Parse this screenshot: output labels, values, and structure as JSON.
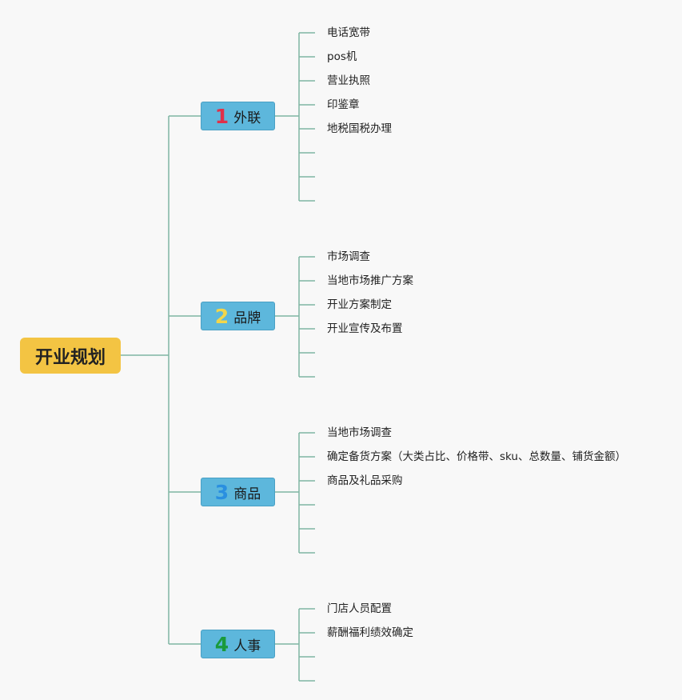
{
  "root": {
    "label": "开业规划"
  },
  "colors": {
    "root_fill": "#f3c443",
    "branch_fill": "#5db7dc",
    "connector": "#7fb6a3",
    "num1": "#e0304a",
    "num2": "#f3d64a",
    "num3": "#2a8fe0",
    "num4": "#1a9a3c"
  },
  "branches": [
    {
      "num": "1",
      "label": "外联",
      "leaves": [
        "电话宽带",
        "pos机",
        "营业执照",
        "印鉴章",
        "地税国税办理",
        "",
        "",
        ""
      ]
    },
    {
      "num": "2",
      "label": "品牌",
      "leaves": [
        "市场调查",
        "当地市场推广方案",
        "开业方案制定",
        "开业宣传及布置",
        "",
        ""
      ]
    },
    {
      "num": "3",
      "label": "商品",
      "leaves": [
        "当地市场调查",
        "确定备货方案（大类占比、价格带、sku、总数量、铺货金额）",
        "商品及礼品采购",
        "",
        "",
        ""
      ]
    },
    {
      "num": "4",
      "label": "人事",
      "leaves": [
        "门店人员配置",
        "薪酬福利绩效确定",
        "",
        ""
      ]
    }
  ]
}
